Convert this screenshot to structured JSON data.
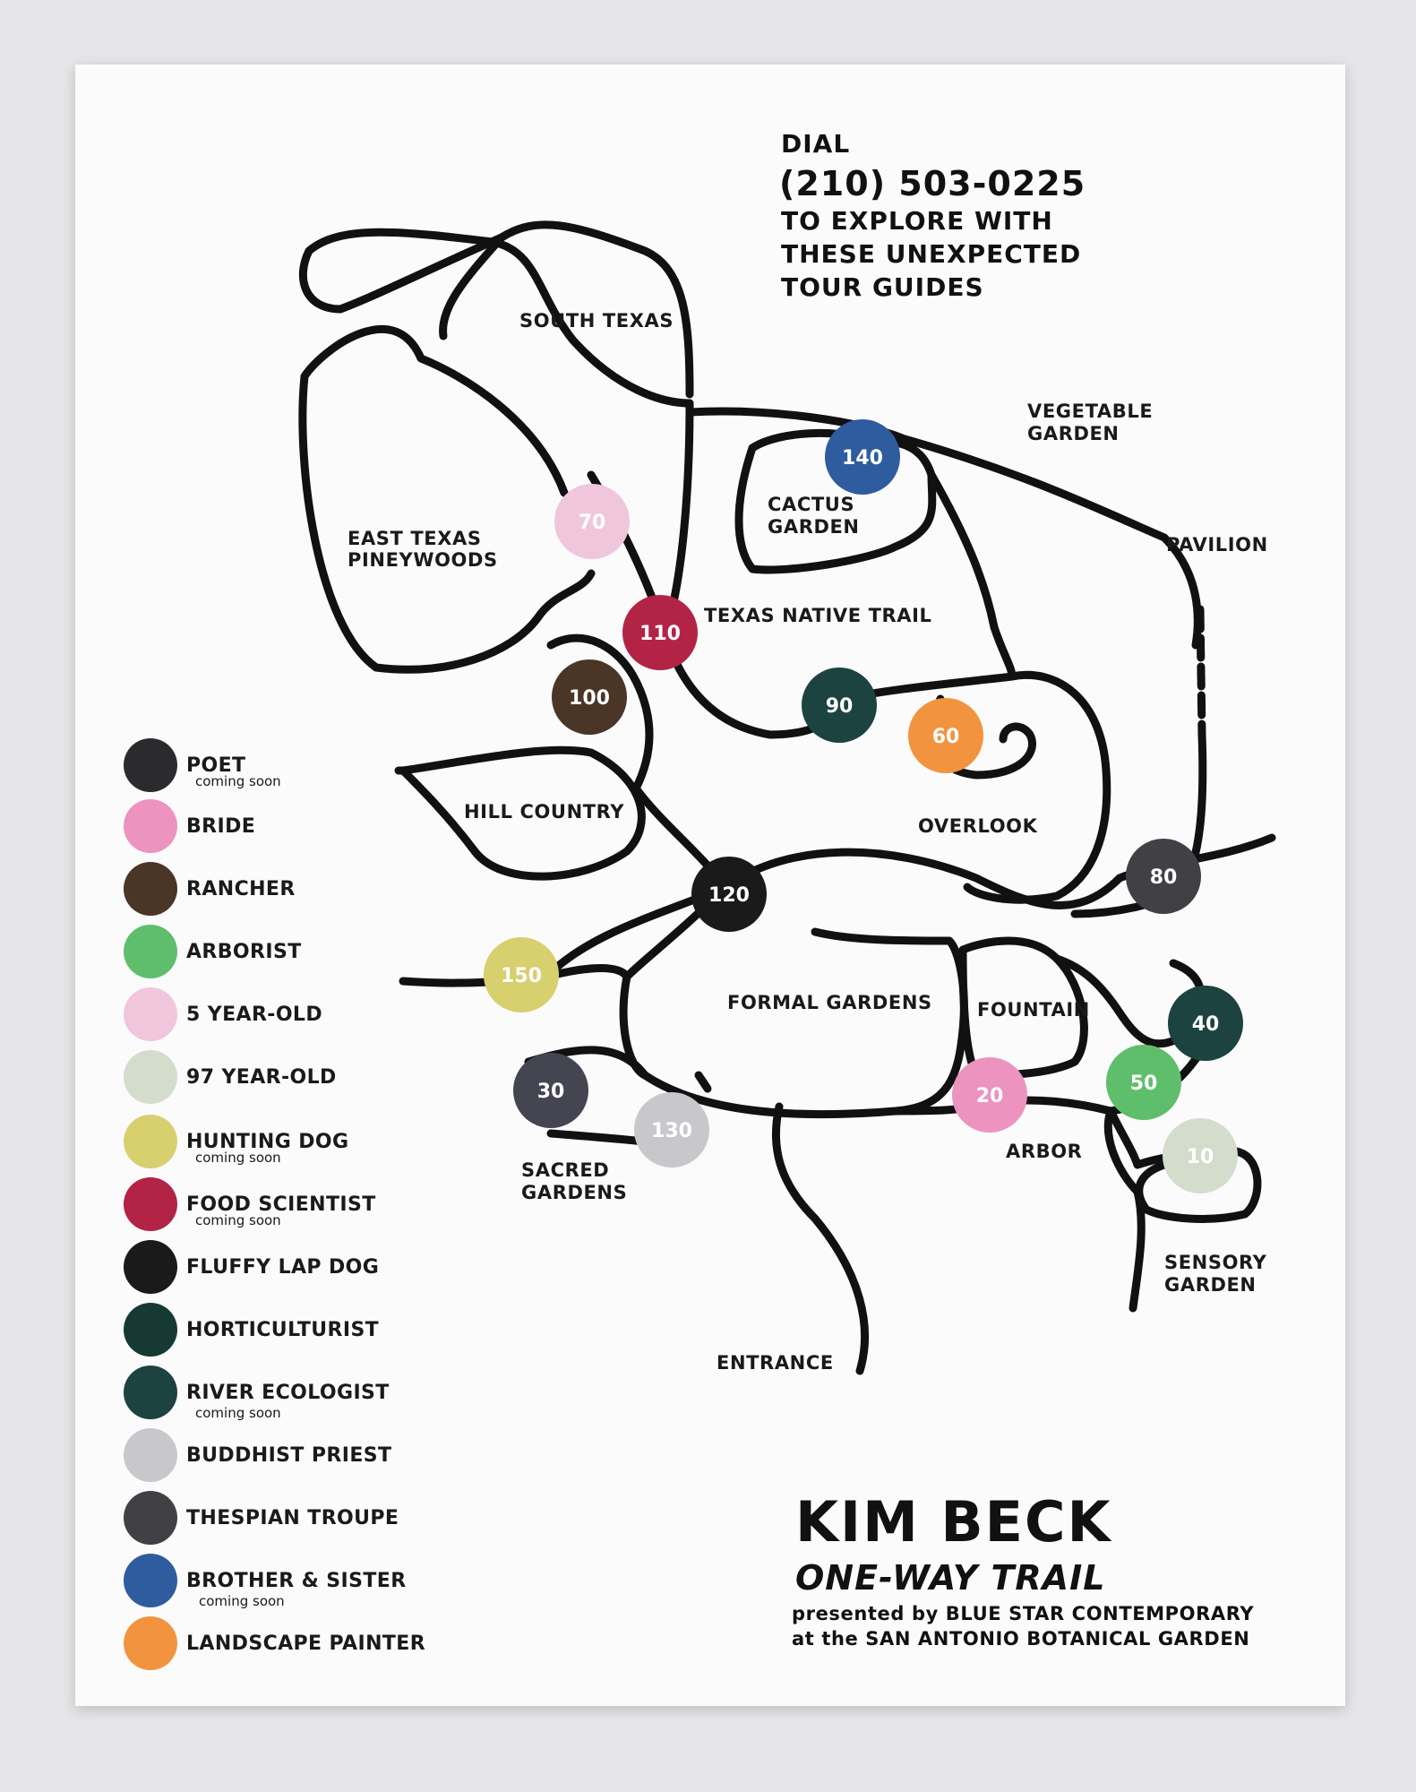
{
  "header": {
    "dial": "DIAL",
    "phone": "(210) 503-0225",
    "line1": "TO EXPLORE WITH",
    "line2": "THESE UNEXPECTED",
    "line3": "TOUR GUIDES"
  },
  "areas": {
    "south_texas": "SOUTH TEXAS",
    "east_texas_1": "EAST TEXAS",
    "east_texas_2": "PINEYWOODS",
    "cactus_1": "CACTUS",
    "cactus_2": "GARDEN",
    "vegetable_1": "VEGETABLE",
    "vegetable_2": "GARDEN",
    "pavilion": "PAVILION",
    "texas_native_trail": "TEXAS NATIVE TRAIL",
    "hill_country": "HILL COUNTRY",
    "overlook": "OVERLOOK",
    "formal_gardens": "FORMAL GARDENS",
    "fountain": "FOUNTAIN",
    "arbor": "ARBOR",
    "sacred_1": "SACRED",
    "sacred_2": "GARDENS",
    "sensory_1": "SENSORY",
    "sensory_2": "GARDEN",
    "entrance": "ENTRANCE"
  },
  "stops": [
    {
      "number": "140",
      "color": "#2e5c9e"
    },
    {
      "number": "70",
      "color": "#f0c6dc"
    },
    {
      "number": "110",
      "color": "#b32346"
    },
    {
      "number": "100",
      "color": "#4a3526"
    },
    {
      "number": "90",
      "color": "#1c433f"
    },
    {
      "number": "60",
      "color": "#f2943f"
    },
    {
      "number": "80",
      "color": "#404045"
    },
    {
      "number": "120",
      "color": "#1a1a1a"
    },
    {
      "number": "150",
      "color": "#d8cf6e"
    },
    {
      "number": "40",
      "color": "#1c433f"
    },
    {
      "number": "50",
      "color": "#5fbe6c"
    },
    {
      "number": "20",
      "color": "#ec93c0"
    },
    {
      "number": "30",
      "color": "#454552"
    },
    {
      "number": "130",
      "color": "#c8c8cc"
    },
    {
      "number": "10",
      "color": "#d4dccc"
    }
  ],
  "legend": [
    {
      "label": "POET",
      "note": "coming soon",
      "color": "#2b2b2e"
    },
    {
      "label": "BRIDE",
      "note": "",
      "color": "#ec93c0"
    },
    {
      "label": "RANCHER",
      "note": "",
      "color": "#4a3526"
    },
    {
      "label": "ARBORIST",
      "note": "",
      "color": "#5fbe6c"
    },
    {
      "label": "5 YEAR-OLD",
      "note": "",
      "color": "#f0c6dc"
    },
    {
      "label": "97 YEAR-OLD",
      "note": "",
      "color": "#d4dccc"
    },
    {
      "label": "HUNTING DOG",
      "note": "coming soon",
      "color": "#d8cf6e"
    },
    {
      "label": "FOOD SCIENTIST",
      "note": "coming soon",
      "color": "#b32346"
    },
    {
      "label": "FLUFFY LAP DOG",
      "note": "",
      "color": "#1a1a1a"
    },
    {
      "label": "HORTICULTURIST",
      "note": "",
      "color": "#163a33"
    },
    {
      "label": "RIVER ECOLOGIST",
      "note": "coming soon",
      "color": "#1c433f"
    },
    {
      "label": "BUDDHIST PRIEST",
      "note": "",
      "color": "#c8c8cc"
    },
    {
      "label": "THESPIAN TROUPE",
      "note": "",
      "color": "#404045"
    },
    {
      "label": "BROTHER & SISTER",
      "note": "coming soon",
      "color": "#2e5c9e"
    },
    {
      "label": "LANDSCAPE PAINTER",
      "note": "",
      "color": "#f2943f"
    }
  ],
  "title": {
    "artist": "KIM BECK",
    "work": "ONE-WAY TRAIL",
    "credit1": "presented by BLUE STAR CONTEMPORARY",
    "credit2": "at the SAN ANTONIO BOTANICAL GARDEN"
  }
}
